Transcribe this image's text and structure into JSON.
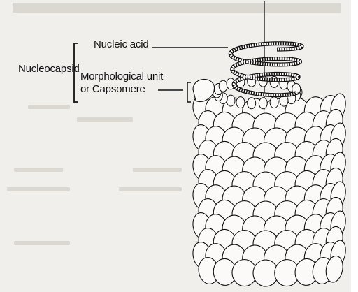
{
  "labels": {
    "nucleocapsid": "Nucleocapsid",
    "nucleic_acid": "Nucleic acid",
    "morph_unit_line1": "Morphological unit",
    "morph_unit_line2": "or Capsomere"
  },
  "colors": {
    "paper": "#f1efec",
    "ink": "#111111"
  }
}
